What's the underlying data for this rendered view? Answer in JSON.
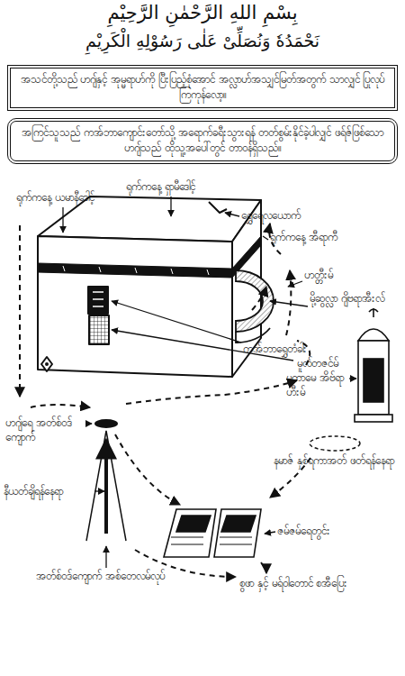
{
  "diagram": {
    "title": "بِسْمِ اللهِ الرَّحْمٰنِ الرَّحِيْمِ",
    "nodes": [
      {
        "text": [
          "အသင်တို့သည် ဟဂျ်နှင့် အုမ္မရာဟ်ကို ပြီးပြည့်စုံအောင် အလ္လာဟ်အသျှင်မြတ်အတွက် သာလျှင် ပြုလုပ်ကြကုန်လော့။"
        ]
      },
      {
        "text": [
          "အကြင်သူသည် ကအ်ဘာကျောင်းတော်သို့ အရောက်ခရီးသွားရန် တတ်စွမ်းနိုင်ခဲ့ပါလျှင် ဖရ်ဇ်ဖြစ်သော ဟဂျ်သည် ထိုသူ့အပေါ်တွင် တာဝန်ရှိသည်။"
        ]
      }
    ],
    "edges": [],
    "labels": [
      "نَحْمَدُهٗ وَنُصَلِّىْ عَلٰى رَسُوْلِهِ الْكَرِيْمِ",
      "ရုက်ကနေ့ ယမာနီဒေါင့်",
      "ရုက်ကနေ့ ရှာမီဒေါင့်",
      "ရွှေရေလယောက်",
      "ရုက်ကနေ့ အီရာကီ",
      "ဟတ္တီးမ်",
      "မို့ဆွလ္လာ ဂျိဗရာအီးလ်",
      "ကအ်ဘာရွှေတံခါး",
      "မူလ်တဇင်မ်",
      "မကာမေ အိဗ်ရာဟီးမ်",
      "ဟဂျ်ရေ အတ်စ်ဝဒ်ကျောက်",
      "နမာဇ် နှစ်ရကာအတ် ဖတ်ရန်နေရာ",
      "နီယတ်ချိရန်နေရာ",
      "ဇမ်ဇမ်ရေတွင်း",
      "အတ်စ်ဝဒ်ကျောက် အစ်တေလမ်လုပ်",
      "စွဖာ နှင့် မရ်ဝါတောင် စအီပြေး"
    ]
  }
}
